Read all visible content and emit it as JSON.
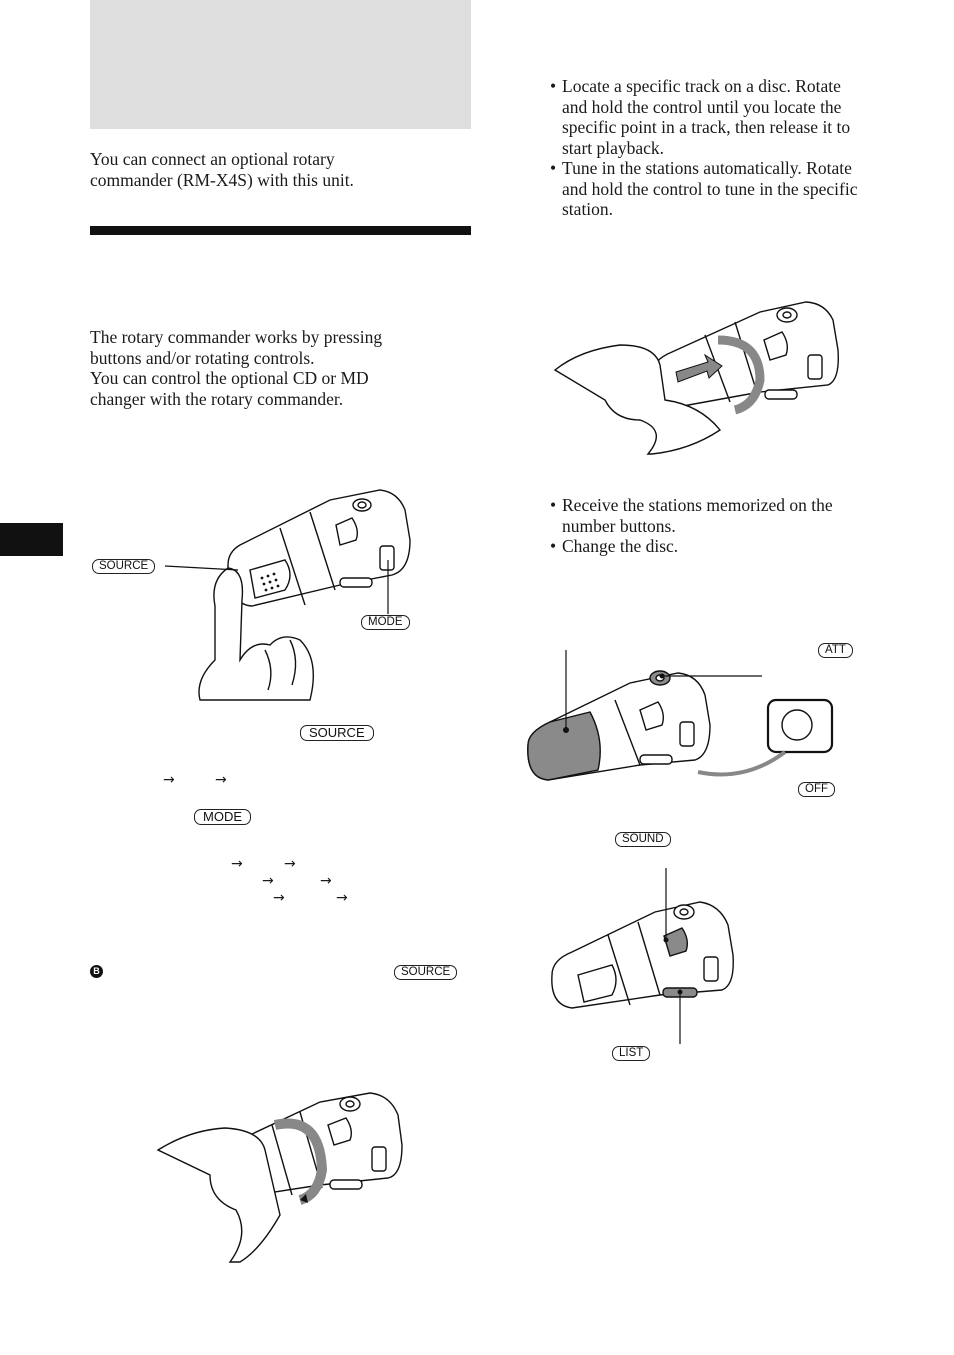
{
  "left": {
    "intro": [
      "You can connect an optional rotary",
      "commander (RM-X4S) with this unit."
    ],
    "body": [
      "The rotary commander works by pressing",
      "buttons and/or rotating controls.",
      "You can control the optional CD or MD",
      "changer with the rotary commander."
    ]
  },
  "right": {
    "bullets_top": [
      [
        "Locate a specific track on a disc. Rotate",
        "and hold the control until you locate the",
        "specific point in a track, then release it to",
        "start playback."
      ],
      [
        "Tune in the stations automatically. Rotate",
        "and hold the control to tune in the specific",
        "station."
      ]
    ],
    "bullets_mid": [
      [
        "Receive the stations memorized on the",
        "number buttons."
      ],
      [
        "Change the disc."
      ]
    ]
  },
  "labels": {
    "source": "SOURCE",
    "mode": "MODE",
    "att": "ATT",
    "off": "OFF",
    "sound": "SOUND",
    "list": "LIST",
    "circle_b": "B",
    "arrow": "→"
  },
  "colors": {
    "header_gray": "#dedede",
    "rule_black": "#111111",
    "highlight_gray": "#8a8a8a"
  }
}
